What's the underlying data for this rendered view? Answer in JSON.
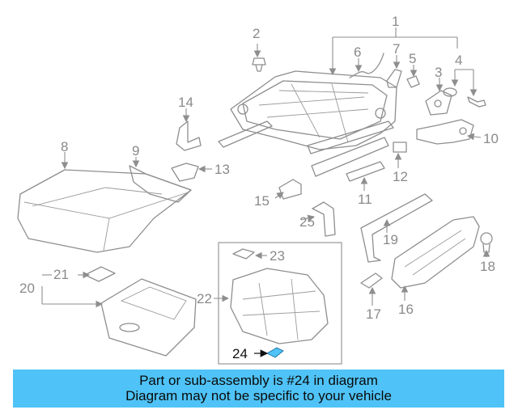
{
  "callouts": [
    "1",
    "2",
    "3",
    "4",
    "5",
    "6",
    "7",
    "8",
    "9",
    "10",
    "11",
    "12",
    "13",
    "14",
    "15",
    "16",
    "17",
    "18",
    "19",
    "20",
    "21",
    "22",
    "23",
    "24",
    "25"
  ],
  "highlight_part": "24",
  "highlight_color": "#4fc3f7",
  "banner": {
    "line1": "Part or sub-assembly is #24 in diagram",
    "line2": "Diagram may not be specific to your vehicle"
  }
}
